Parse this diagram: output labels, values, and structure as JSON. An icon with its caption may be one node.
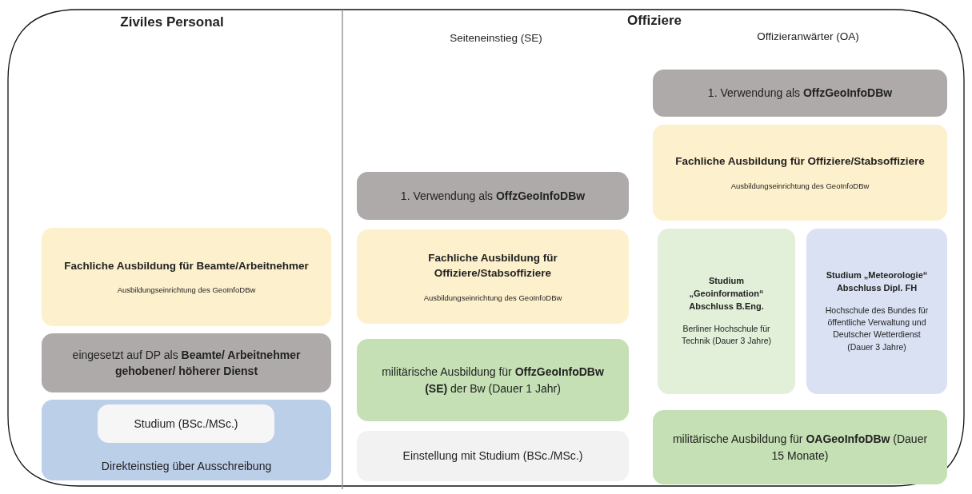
{
  "diagram": {
    "nodes": [
      {
        "text": [
          "Fachliche Ausbildung für Beamte/Arbeitnehmer",
          "Ausbildungseinrichtung des GeoInfoDBw"
        ]
      },
      {
        "text": [
          "eingesetzt auf DP als **Beamte/ Arbeitnehmer gehobener/ höherer Dienst**"
        ]
      },
      {
        "text": [
          "Direkteinstieg über Ausschreibung"
        ]
      },
      {
        "text": [
          "Studium (BSc./MSc.)"
        ],
        "in": 2
      },
      {
        "text": [
          "1. Verwendung als **OffzGeoInfoDBw**"
        ]
      },
      {
        "text": [
          "Fachliche Ausbildung für Offiziere/Stabsoffiziere",
          "Ausbildungseinrichtung des GeoInfoDBw"
        ]
      },
      {
        "text": [
          "militärische Ausbildung für **OffzGeoInfoDBw (SE)** der Bw (Dauer 1 Jahr)"
        ]
      },
      {
        "text": [
          "Einstellung mit Studium (BSc./MSc.)"
        ]
      },
      {
        "text": [
          "1. Verwendung als **OffzGeoInfoDBw**"
        ]
      },
      {
        "text": [
          "Fachliche Ausbildung für Offiziere/Stabsoffiziere",
          "Ausbildungseinrichtung des GeoInfoDBw"
        ]
      },
      {
        "text": [
          "Studium „Geoinformation“ Abschluss B.Eng.",
          "Berliner Hochschule für Technik (Dauer 3 Jahre)"
        ]
      },
      {
        "text": [
          "Studium „Meteorologie“ Abschluss Dipl. FH",
          "Hochschule des Bundes für öffentliche Verwaltung und Deutscher Wetterdienst (Dauer 3 Jahre)"
        ]
      },
      {
        "text": [
          "militärische Ausbildung für **OAGeoInfoDBw** (Dauer 15 Monate)"
        ]
      }
    ],
    "edges": [],
    "labels": [
      "Ziviles Personal",
      "Offiziere",
      "Seiteneinstieg (SE)",
      "Offizieranwärter (OA)"
    ]
  }
}
